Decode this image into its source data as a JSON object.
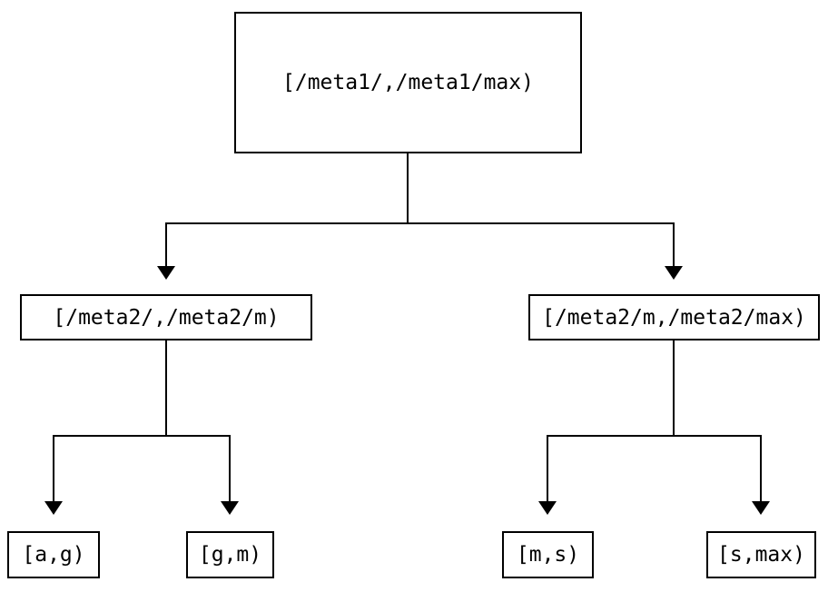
{
  "tree": {
    "root": {
      "label": "[/meta1/,/meta1/max)"
    },
    "children": [
      {
        "label": "[/meta2/,/meta2/m)",
        "children": [
          {
            "label": "[a,g)"
          },
          {
            "label": "[g,m)"
          }
        ]
      },
      {
        "label": "[/meta2/m,/meta2/max)",
        "children": [
          {
            "label": "[m,s)"
          },
          {
            "label": "[s,max)"
          }
        ]
      }
    ]
  },
  "colors": {
    "background": "#ffffff",
    "node_border": "#000000",
    "node_fill": "#ffffff",
    "edge": "#000000",
    "text": "#000000"
  }
}
